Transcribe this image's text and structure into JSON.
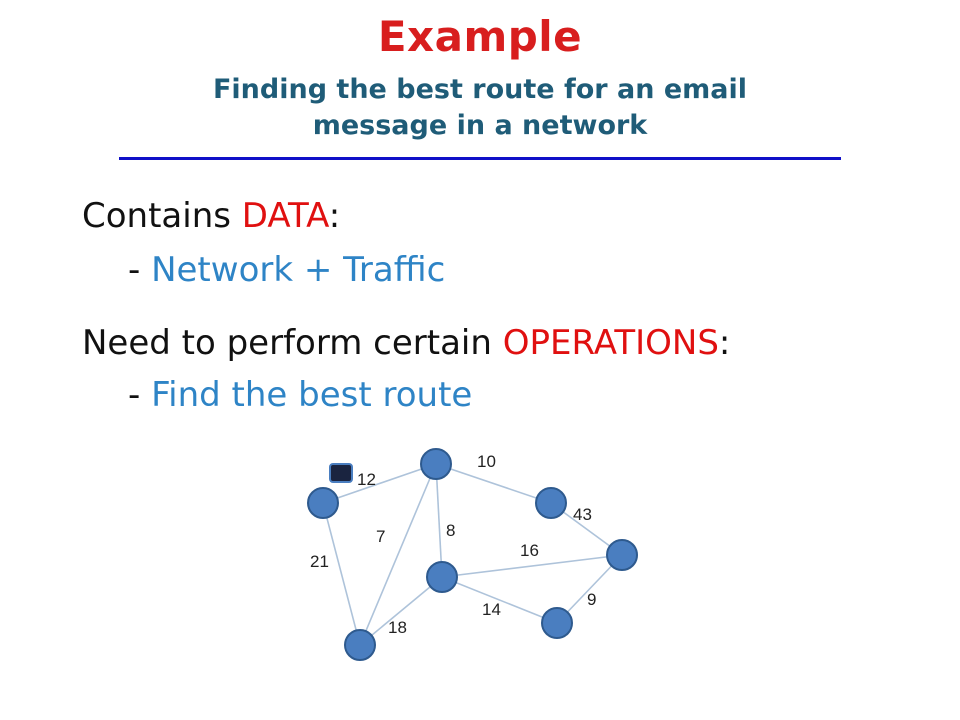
{
  "slide": {
    "title": "Example",
    "subtitle_line1": "Finding the best route for an email",
    "subtitle_line2": "message in a network",
    "colors": {
      "title": "#d81e1e",
      "subtitle": "#1f5c78",
      "accent": "#e01010",
      "blue": "#2e84c6",
      "rule": "#1010c8",
      "node": "#4a7ec0"
    }
  },
  "body": {
    "line1_prefix": "Contains ",
    "line1_keyword": "DATA",
    "line1_suffix": ":",
    "line2_dash": "- ",
    "line2_text": "Network + Traffic",
    "line3_prefix": "Need to perform certain ",
    "line3_keyword": "OPERATIONS",
    "line3_suffix": ":",
    "line4_dash": "- ",
    "line4_text": "Find the best route"
  },
  "network": {
    "edge_weights": [
      "12",
      "10",
      "43",
      "7",
      "8",
      "21",
      "16",
      "9",
      "14",
      "18"
    ],
    "icon": "email-envelope-icon"
  }
}
